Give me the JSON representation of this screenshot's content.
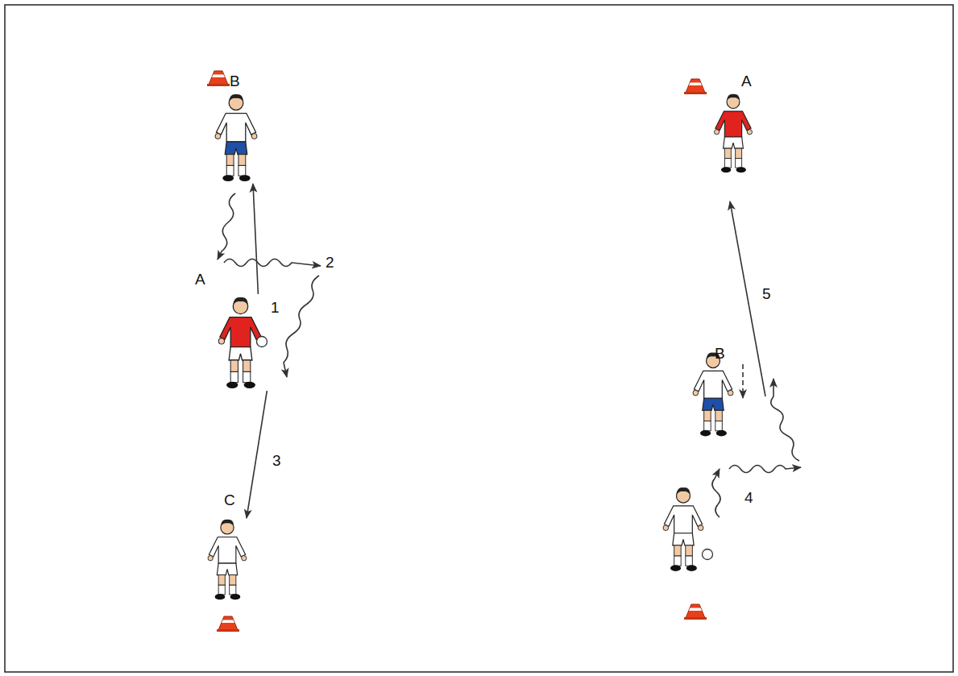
{
  "diagram": {
    "nodes": [
      {
        "text": [
          "B"
        ]
      },
      {
        "text": [
          "A"
        ]
      },
      {
        "text": [
          "C"
        ]
      },
      {
        "text": [
          "A"
        ]
      },
      {
        "text": [
          "B"
        ]
      }
    ],
    "edges": [
      {
        "from": 1,
        "to": 0,
        "arrow": "to",
        "label": "1"
      },
      {
        "from": 1,
        "to": 2,
        "arrow": "to",
        "label": "3"
      }
    ],
    "labels": [
      "2",
      "4",
      "5"
    ]
  }
}
